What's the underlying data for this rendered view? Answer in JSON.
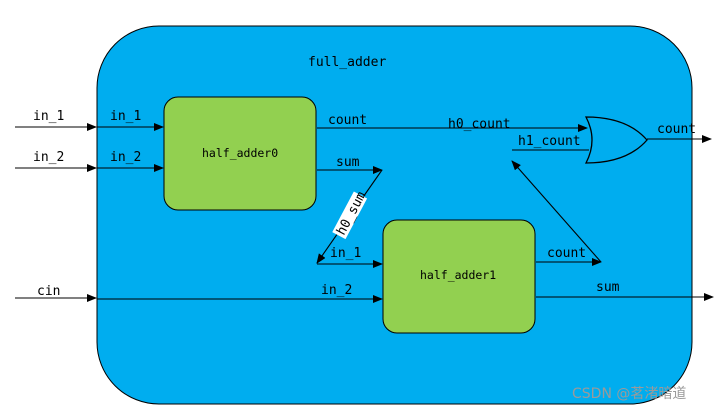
{
  "diagram": {
    "title": "full_adder",
    "colors": {
      "container": "#00adef",
      "block": "#92d050",
      "wire": "#000000",
      "watermark": "#9a9a9a"
    },
    "ports": {
      "in_1": "in_1",
      "in_2": "in_2",
      "cin": "cin",
      "count": "count",
      "sum": "sum"
    },
    "ha0": {
      "name": "half_adder0",
      "in_1": "in_1",
      "in_2": "in_2",
      "out_count": "count",
      "out_sum": "sum"
    },
    "ha1": {
      "name": "half_adder1",
      "in_1": "in_1",
      "in_2": "in_2",
      "out_count": "count"
    },
    "signals": {
      "h0_count": "h0_count",
      "h1_count": "h1_count",
      "h0_sum": "h0_sum"
    },
    "or_gate_icon": "or-gate-icon"
  },
  "watermark": "CSDN @茗渚暗道"
}
